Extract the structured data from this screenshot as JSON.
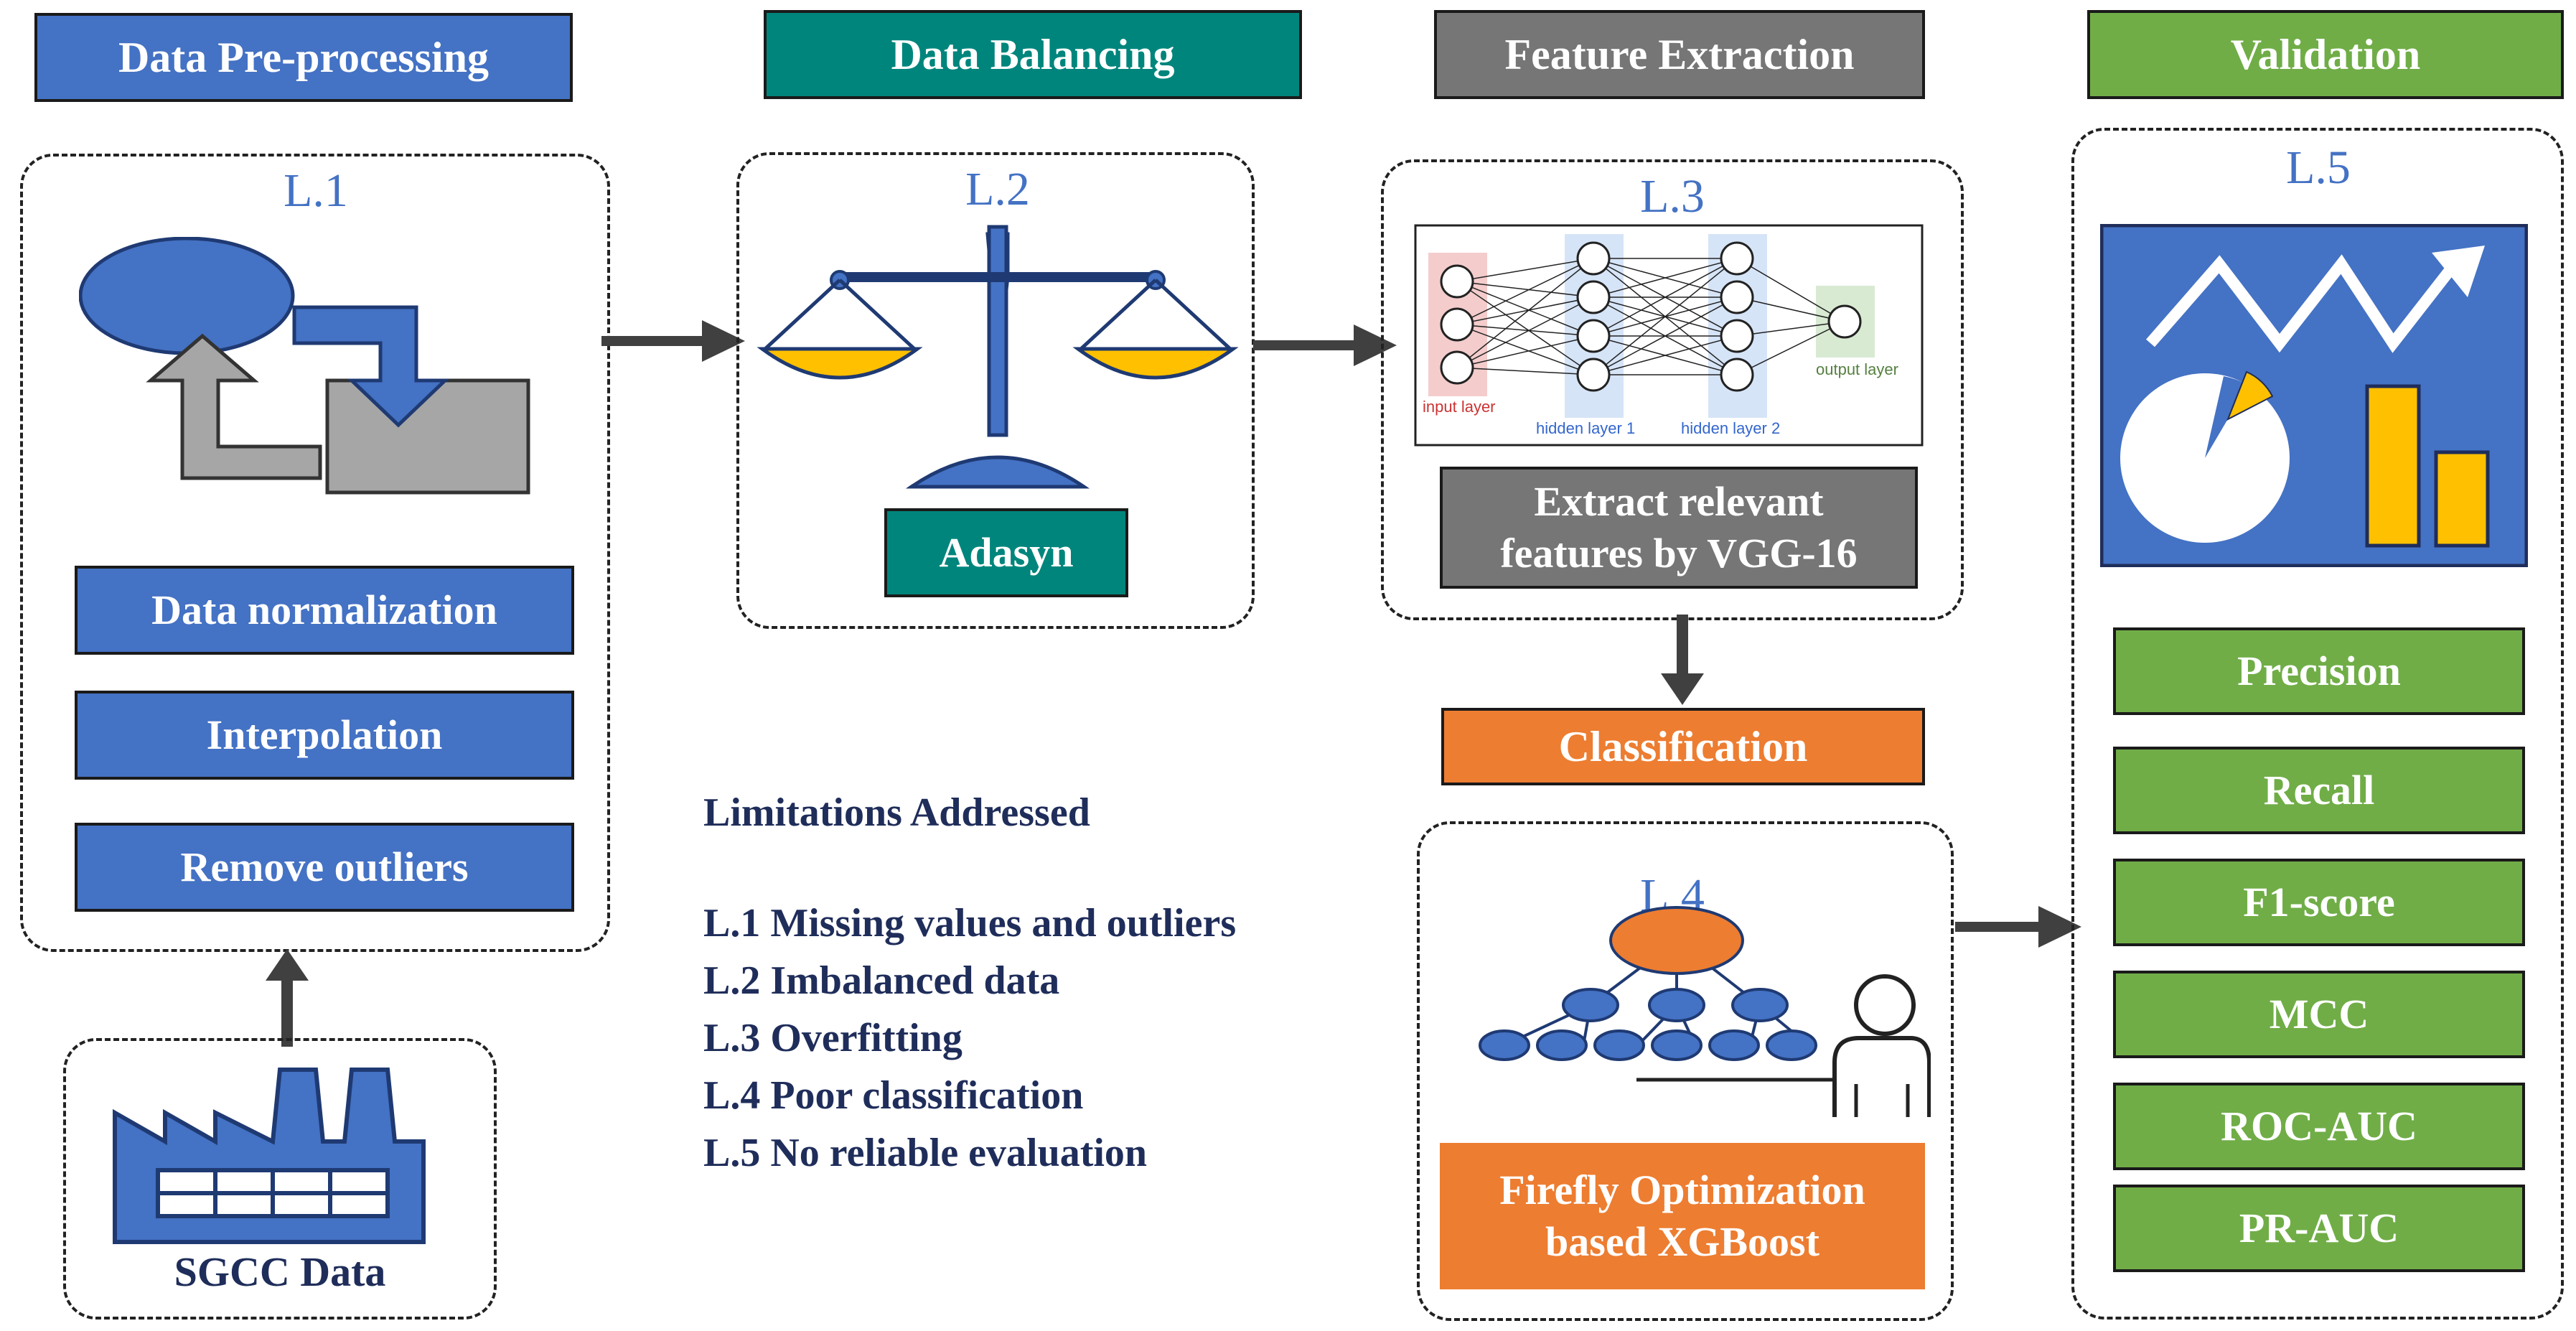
{
  "stages": {
    "preprocessing": "Data Pre-processing",
    "balancing": "Data Balancing",
    "extraction": "Feature Extraction",
    "validation": "Validation",
    "classification": "Classification"
  },
  "labels": {
    "l1": "L.1",
    "l2": "L.2",
    "l3": "L.3",
    "l4": "L.4",
    "l5": "L.5"
  },
  "preprocessing_steps": [
    "Data normalization",
    "Interpolation",
    "Remove outliers"
  ],
  "source": "SGCC Data",
  "balancing_method": "Adasyn",
  "nn_layers": {
    "input": "input layer",
    "hidden1": "hidden layer 1",
    "hidden2": "hidden layer 2",
    "output": "output layer"
  },
  "extraction_box": {
    "line1": "Extract relevant",
    "line2": "features by VGG-16"
  },
  "classifier_box": {
    "line1": "Firefly Optimization",
    "line2": "based XGBoost"
  },
  "metrics": [
    "Precision",
    "Recall",
    "F1-score",
    "MCC",
    "ROC-AUC",
    "PR-AUC"
  ],
  "limitations": {
    "title": "Limitations Addressed",
    "items": [
      "L.1 Missing values and outliers",
      "L.2 Imbalanced data",
      "L.3 Overfitting",
      "L.4 Poor classification",
      "L.5 No reliable evaluation"
    ]
  },
  "colors": {
    "blue": "#4472c4",
    "teal": "#00857c",
    "grey": "#767676",
    "green": "#70ad47",
    "orange": "#ed7d31",
    "gold": "#ffc000"
  }
}
